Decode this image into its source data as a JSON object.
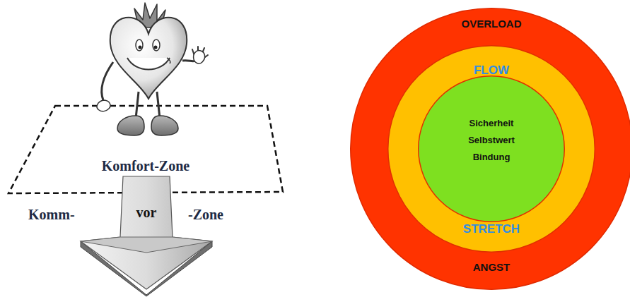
{
  "diagram": {
    "nodes": [
      {
        "text": [
          "Komfort-Zone"
        ]
      },
      {
        "text": [
          "vor"
        ]
      },
      {
        "text": [
          "OVERLOAD",
          "ANGST"
        ]
      },
      {
        "text": [
          "FLOW",
          "STRETCH"
        ],
        "in": 2
      },
      {
        "text": [
          "Sicherheit",
          "Selbstwert",
          "Bindung"
        ],
        "in": 3
      }
    ],
    "labels": [
      "Komm-",
      "-Zone"
    ]
  }
}
